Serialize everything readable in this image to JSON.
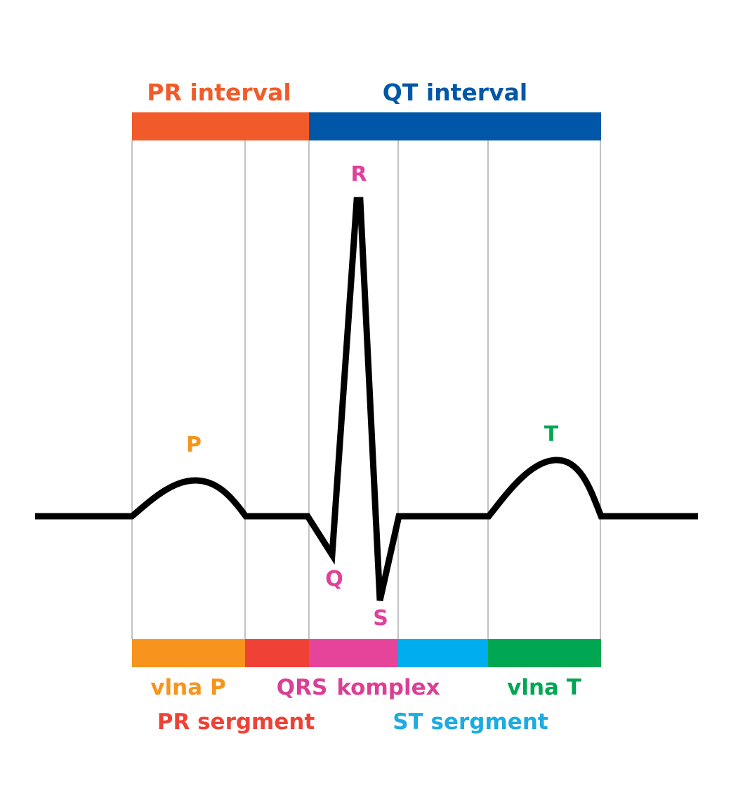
{
  "intervals": {
    "pr": {
      "label": "PR interval",
      "color": "#F15A29"
    },
    "qt": {
      "label": "QT interval",
      "color": "#0057A8"
    }
  },
  "waves": {
    "p": {
      "label": "P",
      "color": "#F7941D"
    },
    "r": {
      "label": "R",
      "color": "#E0409A"
    },
    "q": {
      "label": "Q",
      "color": "#E0409A"
    },
    "s": {
      "label": "S",
      "color": "#E0409A"
    },
    "t": {
      "label": "T",
      "color": "#00A651"
    }
  },
  "segments": {
    "p_wave": {
      "label": "vlna P",
      "color": "#F7941D"
    },
    "pr_segment": {
      "label": "PR sergment",
      "color": "#EF4136"
    },
    "qrs_label_a": {
      "label": "QRS",
      "color": "#DA3F96"
    },
    "qrs_label_b": {
      "label": "komplex",
      "color": "#DA3F96"
    },
    "qrs_bar_color": "#E6449A",
    "st_segment": {
      "label": "ST sergment",
      "color": "#1CABE2"
    },
    "st_bar_color": "#00AEEF",
    "t_wave": {
      "label": "vlna T",
      "color": "#00A651"
    }
  },
  "trace_color": "#000000",
  "gridline_color": "#B3B3B3"
}
